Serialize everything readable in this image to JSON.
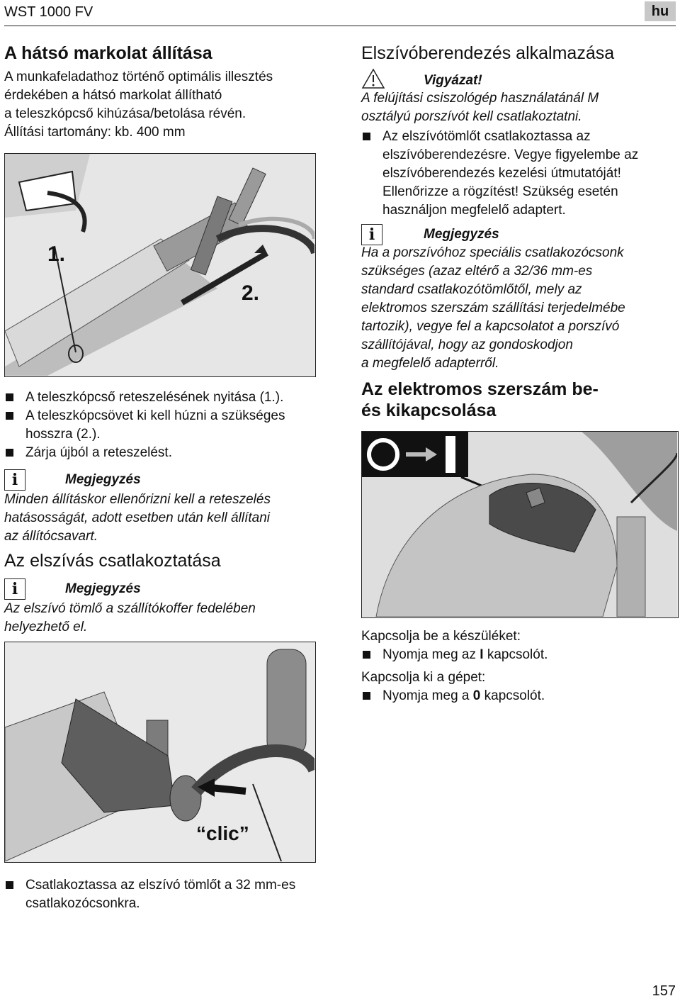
{
  "header": {
    "title": "WST 1000 FV",
    "lang": "hu"
  },
  "left": {
    "sec1_title": "A hátsó markolat állítása",
    "sec1_intro": [
      "A munkafeladathoz történő optimális illesztés",
      "érdekében a hátsó markolat állítható",
      "a teleszkópcső kihúzása/betolása révén."
    ],
    "sec1_range": "Állítási tartomány: kb. 400 mm",
    "fig1_label1": "1.",
    "fig1_label2": "2.",
    "bullets1": [
      "A teleszkópcső reteszelésének nyitása (1.).",
      "A teleszkópcsövet ki kell húzni a szükséges hosszra (2.).",
      "Zárja újból a reteszelést."
    ],
    "note1_title": "Megjegyzés",
    "note1_text": [
      "Minden állításkor ellenőrizni kell a reteszelés",
      "hatásosságát, adott esetben után kell állítani",
      "az állítócsavart."
    ],
    "sec2_title": "Az elszívás csatlakoztatása",
    "note2_title": "Megjegyzés",
    "note2_text": [
      "Az elszívó tömlő a szállítókoffer fedelében",
      "helyezhető el."
    ],
    "fig2_label": "“clic”",
    "bullets2": [
      "Csatlakoztassa az elszívó tömlőt a 32 mm-es csatlakozócsonkra."
    ]
  },
  "right": {
    "sec3_title": "Elszívóberendezés alkalmazása",
    "warn_title": "Vigyázat!",
    "warn_text": [
      "A felújítási csiszológép használatánál M",
      "osztályú porszívót kell csatlakoztatni."
    ],
    "bullets3": [
      "Az elszívótömlőt csatlakoztassa az elszívóberendezésre. Vegye figyelembe az elszívóberendezés kezelési útmutatóját! Ellenőrizze a rögzítést! Szükség esetén használjon megfelelő adaptert."
    ],
    "note3_title": "Megjegyzés",
    "note3_text": [
      "Ha a porszívóhoz speciális csatlakozócsonk",
      "szükséges (azaz eltérő a 32/36 mm-es",
      "standard csatlakozótömlőtől, mely az",
      "elektromos szerszám szállítási terjedelmébe",
      "tartozik), vegye fel a kapcsolatot a porszívó",
      "szállítójával, hogy az gondoskodjon",
      "a megfelelő adapterről."
    ],
    "sec4_title": [
      "Az elektromos szerszám be-",
      "és kikapcsolása"
    ],
    "on_label": "Kapcsolja be a készüléket:",
    "on_bullet_pre": "Nyomja meg az ",
    "on_bullet_key": "I",
    "on_bullet_post": " kapcsolót.",
    "off_label": "Kapcsolja ki a gépet:",
    "off_bullet_pre": "Nyomja meg a ",
    "off_bullet_key": "0",
    "off_bullet_post": " kapcsolót."
  },
  "footer": {
    "page": "157"
  }
}
